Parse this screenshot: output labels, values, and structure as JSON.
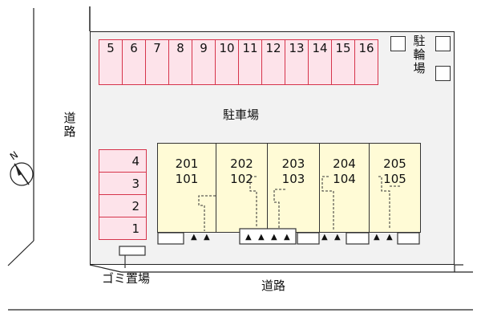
{
  "map": {
    "top_slots": [
      "5",
      "6",
      "7",
      "8",
      "9",
      "10",
      "11",
      "12",
      "13",
      "14",
      "15",
      "16"
    ],
    "left_slots": [
      "4",
      "3",
      "2",
      "1"
    ],
    "parking_label": "駐車場",
    "bike_label": [
      "駐",
      "輪",
      "場"
    ],
    "road_left": [
      "道",
      "路"
    ],
    "road_bottom": "道路",
    "garbage_label": "ゴミ置場",
    "north_label": "N",
    "units": [
      {
        "upper": "201",
        "lower": "101"
      },
      {
        "upper": "202",
        "lower": "102"
      },
      {
        "upper": "203",
        "lower": "103"
      },
      {
        "upper": "204",
        "lower": "104"
      },
      {
        "upper": "205",
        "lower": "105"
      }
    ],
    "entrance_glyph": "▲",
    "colors": {
      "slot_fill": "#fde3ea",
      "slot_border": "#d6344b",
      "unit_fill": "#fffbd6",
      "site_fill": "#f2f2f2"
    }
  }
}
